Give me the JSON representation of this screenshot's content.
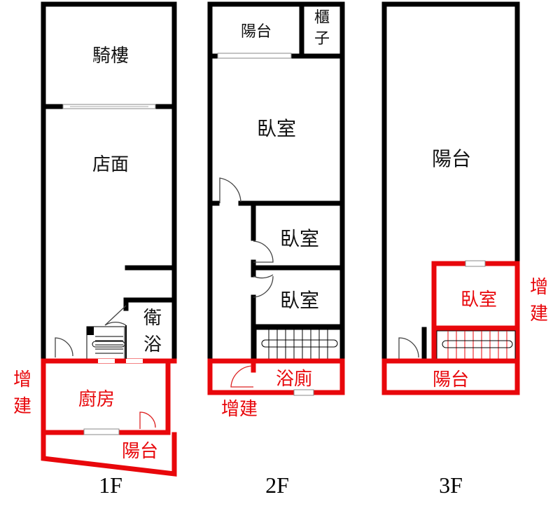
{
  "floors": [
    {
      "label": "1F",
      "rooms": [
        "騎樓",
        "店面",
        "衛",
        "浴",
        "廚房",
        "陽台"
      ],
      "addition": [
        "增",
        "建"
      ]
    },
    {
      "label": "2F",
      "rooms": [
        "陽台",
        "櫃",
        "子",
        "臥室",
        "臥室",
        "臥室",
        "浴廁"
      ],
      "addition": "增建"
    },
    {
      "label": "3F",
      "rooms": [
        "陽台",
        "臥室",
        "陽台"
      ],
      "addition": [
        "增",
        "建"
      ]
    }
  ],
  "colors": {
    "wall": "#000000",
    "addition": "#e8070b",
    "background": "#ffffff"
  }
}
